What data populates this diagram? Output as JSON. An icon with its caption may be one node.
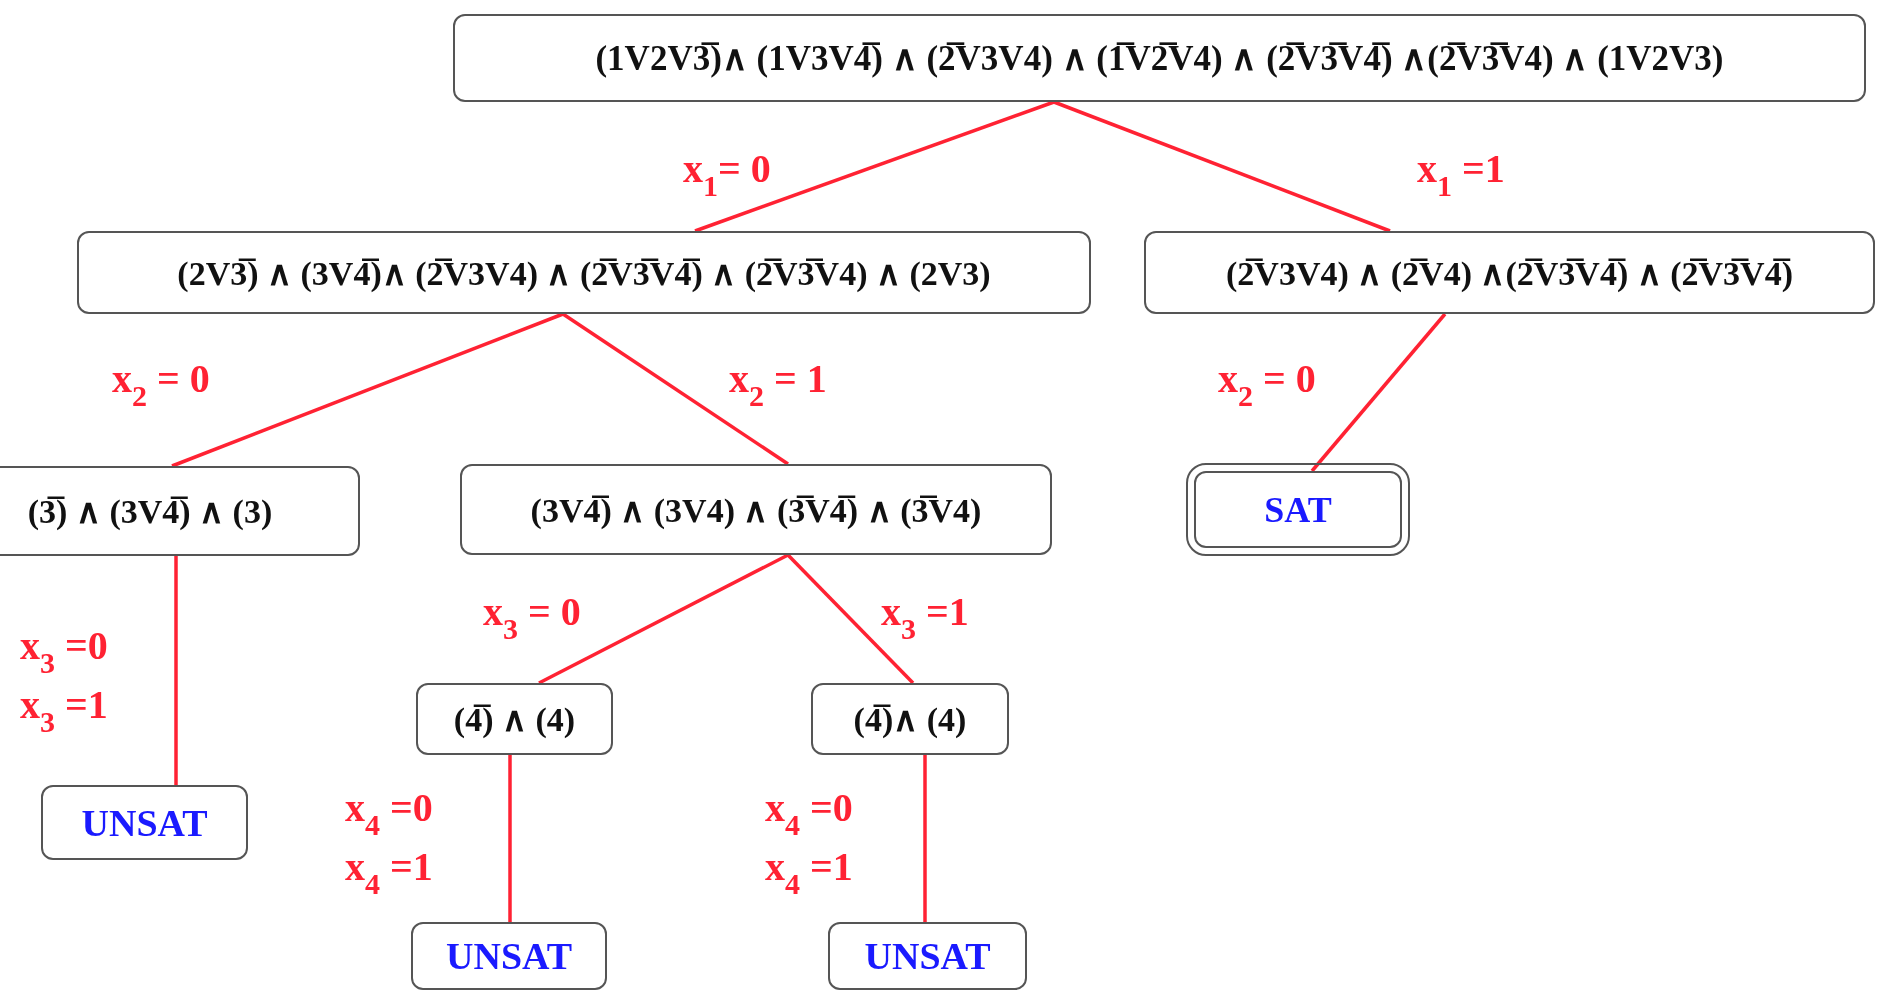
{
  "diagram": {
    "nodes": [
      {
        "text": [
          "(1V2V3̅)∧ (1V3V4̅) ∧ (2̅V3V4) ∧ (1̅V2̅V4) ∧ (2̅V3̅V4̅) ∧(2̅V3̅V4) ∧ (1V2V3)"
        ]
      },
      {
        "text": [
          "(2V3̅) ∧ (3V4̅)∧ (2̅V3V4) ∧ (2̅V3̅V4̅) ∧ (2̅V3̅V4) ∧ (2V3)"
        ]
      },
      {
        "text": [
          "(2̅V3V4) ∧ (2̅V4) ∧(2̅V3̅V4̅) ∧ (2̅V3̅V4̅)"
        ]
      },
      {
        "text": [
          "(3̅) ∧ (3V4̅) ∧ (3)"
        ]
      },
      {
        "text": [
          "(3V4̅) ∧ (3V4) ∧ (3̅V4̅) ∧ (3̅V4)"
        ]
      },
      {
        "text": [
          "SAT"
        ]
      },
      {
        "text": [
          "UNSAT"
        ]
      },
      {
        "text": [
          "(4̅) ∧ (4)"
        ]
      },
      {
        "text": [
          "(4̅)∧ (4)"
        ]
      },
      {
        "text": [
          "UNSAT"
        ]
      },
      {
        "text": [
          "UNSAT"
        ]
      }
    ],
    "edges": [
      {
        "from": 0,
        "to": 1,
        "arrow": "none",
        "label": "x$_{1}$= 0"
      },
      {
        "from": 0,
        "to": 2,
        "arrow": "none",
        "label": "x$_{1}$ =1"
      },
      {
        "from": 1,
        "to": 3,
        "arrow": "none",
        "label": "x$_{2}$ = 0"
      },
      {
        "from": 1,
        "to": 4,
        "arrow": "none",
        "label": "x$_{2}$ = 1"
      },
      {
        "from": 2,
        "to": 5,
        "arrow": "none",
        "label": "x$_{2}$ = 0"
      },
      {
        "from": 3,
        "to": 6,
        "arrow": "none",
        "label": "x$_{3}$ =0 x$_{3}$ =1"
      },
      {
        "from": 4,
        "to": 7,
        "arrow": "none",
        "label": "x$_{3}$ = 0"
      },
      {
        "from": 4,
        "to": 8,
        "arrow": "none",
        "label": "x$_{3}$ =1"
      },
      {
        "from": 7,
        "to": 9,
        "arrow": "none",
        "label": "x$_{4}$ =0 x$_{4}$ =1"
      },
      {
        "from": 8,
        "to": 10,
        "arrow": "none",
        "label": "x$_{4}$ =0 x$_{4}$ =1"
      }
    ]
  }
}
